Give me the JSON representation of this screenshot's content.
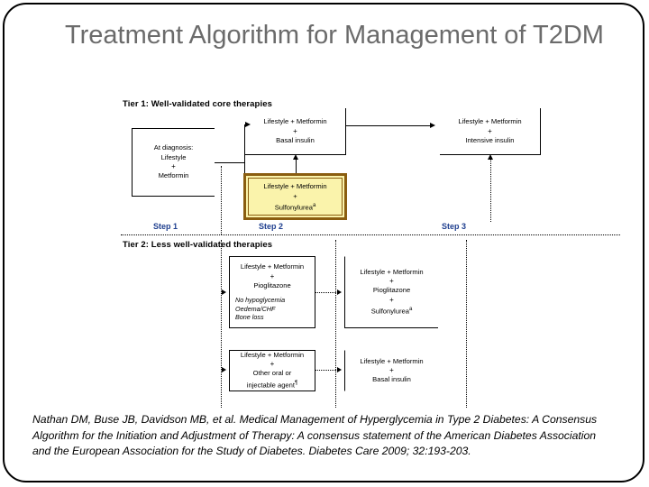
{
  "slide": {
    "title": "Treatment Algorithm for Management of T2DM",
    "border_color": "#000000",
    "title_color": "#6b6b6b",
    "background": "#ffffff"
  },
  "diagram": {
    "tier1_label": "Tier 1: Well-validated core therapies",
    "tier2_label": "Tier 2: Less well-validated therapies",
    "steps": [
      {
        "id": "step1",
        "label": "Step 1"
      },
      {
        "id": "step2",
        "label": "Step 2"
      },
      {
        "id": "step3",
        "label": "Step 3"
      }
    ],
    "highlight_colors": {
      "fill": "#faf3ab",
      "border": "#8a5d10"
    },
    "step_label_color": "#1f3f8f",
    "nodes": {
      "at_diagnosis": {
        "line1": "At diagnosis:",
        "line2": "Lifestyle",
        "plus": "+",
        "line3": "Metformin"
      },
      "basal_insulin": {
        "line1": "Lifestyle + Metformin",
        "plus": "+",
        "line2": "Basal insulin"
      },
      "intensive_insulin": {
        "line1": "Lifestyle + Metformin",
        "plus": "+",
        "line2": "Intensive insulin"
      },
      "sulfonylurea_highlight": {
        "line1": "Lifestyle + Metformin",
        "plus": "+",
        "line2": "Sulfonylurea",
        "superscript": "a"
      },
      "pioglitazone": {
        "line1": "Lifestyle + Metformin",
        "plus": "+",
        "line2": "Pioglitazone",
        "note1": "No hypoglycemia",
        "note2": "Oedema/CHF",
        "note3": "Bone loss"
      },
      "pio_plus_su": {
        "line1": "Lifestyle + Metformin",
        "plus1": "+",
        "line2": "Pioglitazone",
        "plus2": "+",
        "line3": "Sulfonylurea",
        "superscript": "a"
      },
      "other_agent": {
        "line1": "Lifestyle + Metformin",
        "plus": "+",
        "line2": "Other oral or",
        "line3": "injectable agent",
        "superscript": "¶"
      },
      "basal_insulin_tier2": {
        "line1": "Lifestyle + Metformin",
        "plus": "+",
        "line2": "Basal insulin"
      }
    }
  },
  "citation": {
    "text": "Nathan DM, Buse JB, Davidson MB, et al. Medical Management of Hyperglycemia in Type 2 Diabetes: A Consensus Algorithm for the Initiation and Adjustment of Therapy: A consensus statement of the American Diabetes Association and the European Association for the Study of Diabetes. Diabetes Care 2009; 32:193-203."
  }
}
